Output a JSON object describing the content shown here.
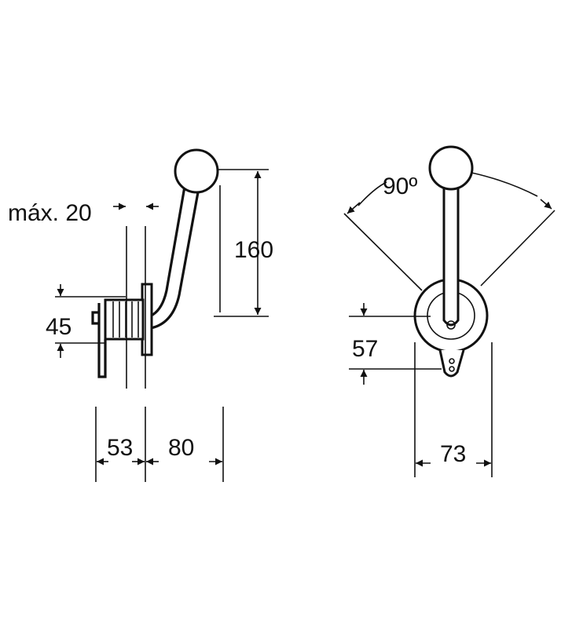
{
  "labels": {
    "max_offset": "máx. 20",
    "lever_height": "160",
    "depth_offset": "45",
    "body_depth": "53",
    "lever_reach": "80",
    "rotation_angle": "90º",
    "axis_offset": "57",
    "plate_width": "73"
  },
  "colors": {
    "line": "#111111",
    "background": "#ffffff"
  }
}
